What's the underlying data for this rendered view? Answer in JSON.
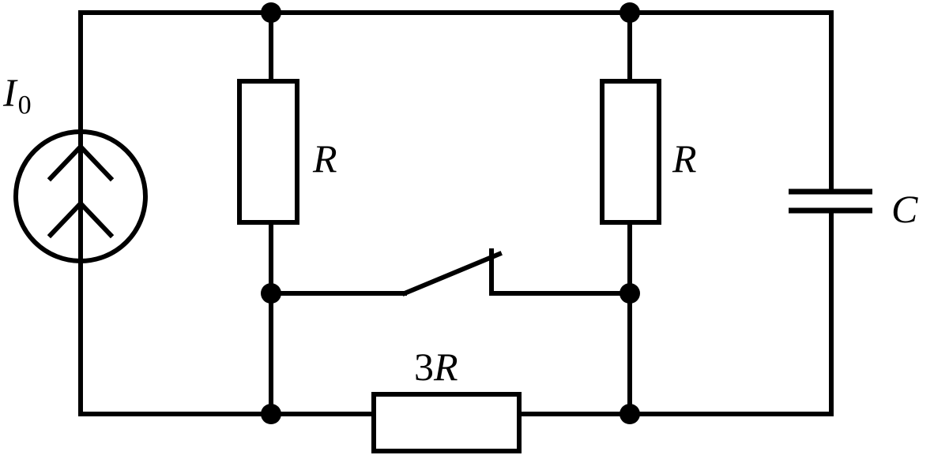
{
  "labels": {
    "source_symbol": "I",
    "source_subscript": "0",
    "resistor_left": "R",
    "resistor_right": "R",
    "capacitor": "C",
    "resistor_bottom_coeff": "3",
    "resistor_bottom_symbol": "R"
  },
  "colors": {
    "wire": "#000000",
    "background": "#ffffff"
  },
  "components": {
    "source": "current-source-icon",
    "switch": "open-switch-icon"
  }
}
